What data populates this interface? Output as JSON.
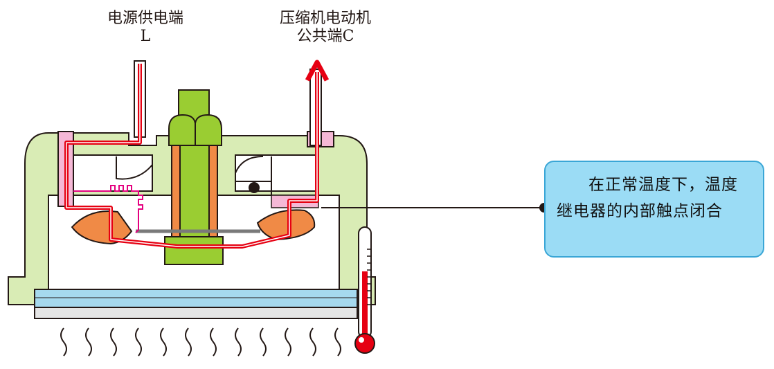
{
  "labels": {
    "supply_title": "电源供电端",
    "supply_code": "L",
    "compressor_title": "压缩机电动机",
    "compressor_code": "公共端C"
  },
  "callout": {
    "text": "在正常温度下，温度继电器的内部触点闭合"
  },
  "colors": {
    "housing": "#d9ecb5",
    "bolt": "#9acd32",
    "current_path": "#e60012",
    "insulator": "#f5b8d6",
    "bimetal": "#f08a46",
    "heater_glass": "#a6d9ee",
    "callout_bg": "#9bdcf5"
  },
  "icons": [
    "thermometer-icon",
    "heat-wave-icon"
  ]
}
